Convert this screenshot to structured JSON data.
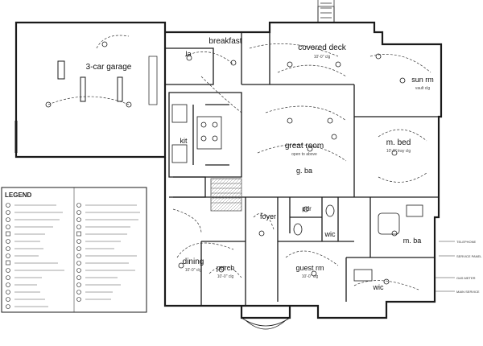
{
  "plan": {
    "rooms": [
      {
        "id": "garage",
        "label": "3-car garage"
      },
      {
        "id": "breakfast",
        "label": "breakfast"
      },
      {
        "id": "covered-deck",
        "label": "covered deck",
        "sub": "10'-0\" clg"
      },
      {
        "id": "sun-room",
        "label": "sun rm",
        "sub": "vault clg"
      },
      {
        "id": "great-room",
        "label": "great room",
        "sub": "open to above"
      },
      {
        "id": "great-bath",
        "label": "g. ba"
      },
      {
        "id": "master-bed",
        "label": "m. bed",
        "sub": "10'-0\" tray clg"
      },
      {
        "id": "laundry",
        "label": "la"
      },
      {
        "id": "kitchen",
        "label": "kit"
      },
      {
        "id": "foyer",
        "label": "foyer"
      },
      {
        "id": "pdr",
        "label": "pdr"
      },
      {
        "id": "wic-1",
        "label": "wic"
      },
      {
        "id": "master-bath",
        "label": "m. ba"
      },
      {
        "id": "dining",
        "label": "dining",
        "sub": "10'-0\" clg"
      },
      {
        "id": "porch",
        "label": "porch",
        "sub": "10'-0\" clg"
      },
      {
        "id": "guest-room",
        "label": "guest rm",
        "sub": "10'-0\" clg"
      },
      {
        "id": "wic-2",
        "label": "wic"
      }
    ],
    "notes": {
      "telephone": "TELEPHONE",
      "panel": "SERVICE PANEL",
      "gas_meter": "GAS METER",
      "main_service": "MAIN SERVICE"
    }
  },
  "legend": {
    "title": "LEGEND"
  },
  "colors": {
    "line": "#1a1a1a",
    "wire": "#333333",
    "fill": "#ffffff",
    "stair": "#555555"
  }
}
